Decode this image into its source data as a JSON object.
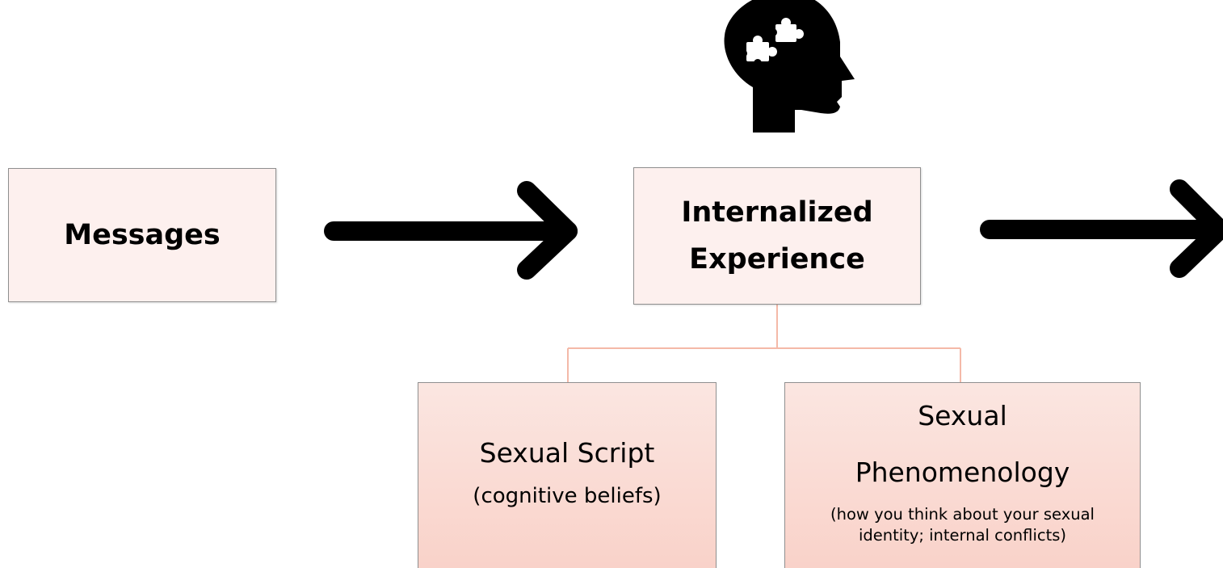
{
  "diagram": {
    "messages_box": {
      "label": "Messages"
    },
    "internalized_box": {
      "line1": "Internalized",
      "line2": "Experience"
    },
    "sexual_script_box": {
      "title": "Sexual Script",
      "subtitle": "(cognitive beliefs)"
    },
    "phenomenology_box": {
      "title_line1": "Sexual",
      "title_line2": "Phenomenology",
      "subtitle_line1": "(how you think about your sexual",
      "subtitle_line2": "identity; internal conflicts)"
    },
    "icons": {
      "head": "head-with-puzzle-pieces-icon",
      "arrow_left": "right-arrow-icon",
      "arrow_right": "right-arrow-icon"
    },
    "colors": {
      "box_fill": "#fdf0ee",
      "sub_box_fill_top": "#fbe6e1",
      "sub_box_fill_bottom": "#f9d2c9",
      "border": "#8f8f8f",
      "connector": "#f4b9a8",
      "arrow": "#000000"
    }
  }
}
